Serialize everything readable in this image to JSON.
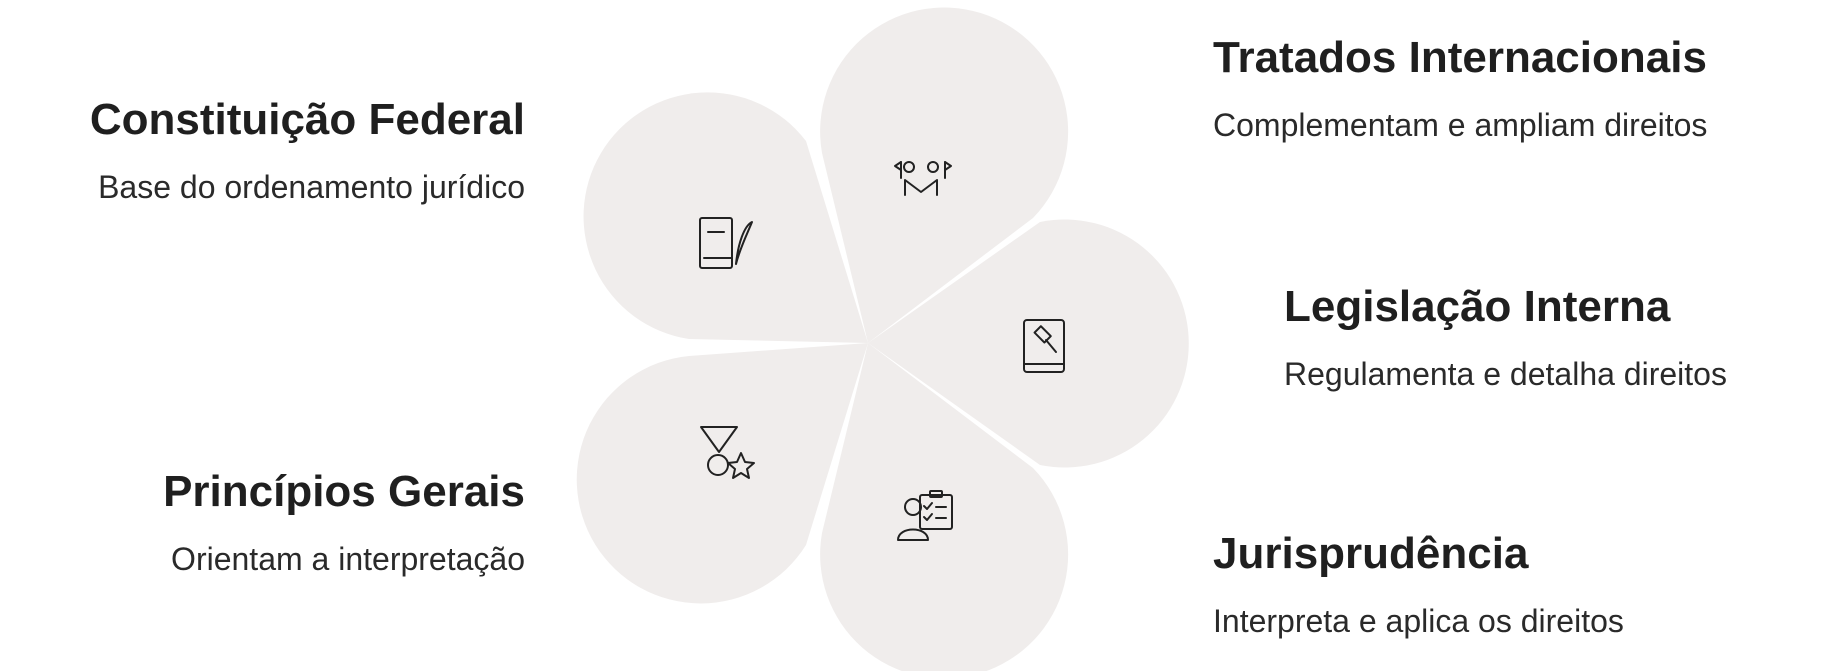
{
  "colors": {
    "petal": "#f0edec",
    "text": "#1f1f1f",
    "icon": "#222222"
  },
  "items": [
    {
      "id": "constituicao",
      "title": "Constituição Federal",
      "description": "Base do ordenamento jurídico",
      "icon": "book-feather-icon"
    },
    {
      "id": "tratados",
      "title": "Tratados Internacionais",
      "description": "Complementam e ampliam direitos",
      "icon": "people-flags-icon"
    },
    {
      "id": "legislacao",
      "title": "Legislação Interna",
      "description": "Regulamenta e detalha direitos",
      "icon": "law-book-gavel-icon"
    },
    {
      "id": "jurisprudencia",
      "title": "Jurisprudência",
      "description": "Interpreta e aplica os direitos",
      "icon": "person-checklist-icon"
    },
    {
      "id": "principios",
      "title": "Princípios Gerais",
      "description": "Orientam a interpretação",
      "icon": "medal-star-icon"
    }
  ]
}
